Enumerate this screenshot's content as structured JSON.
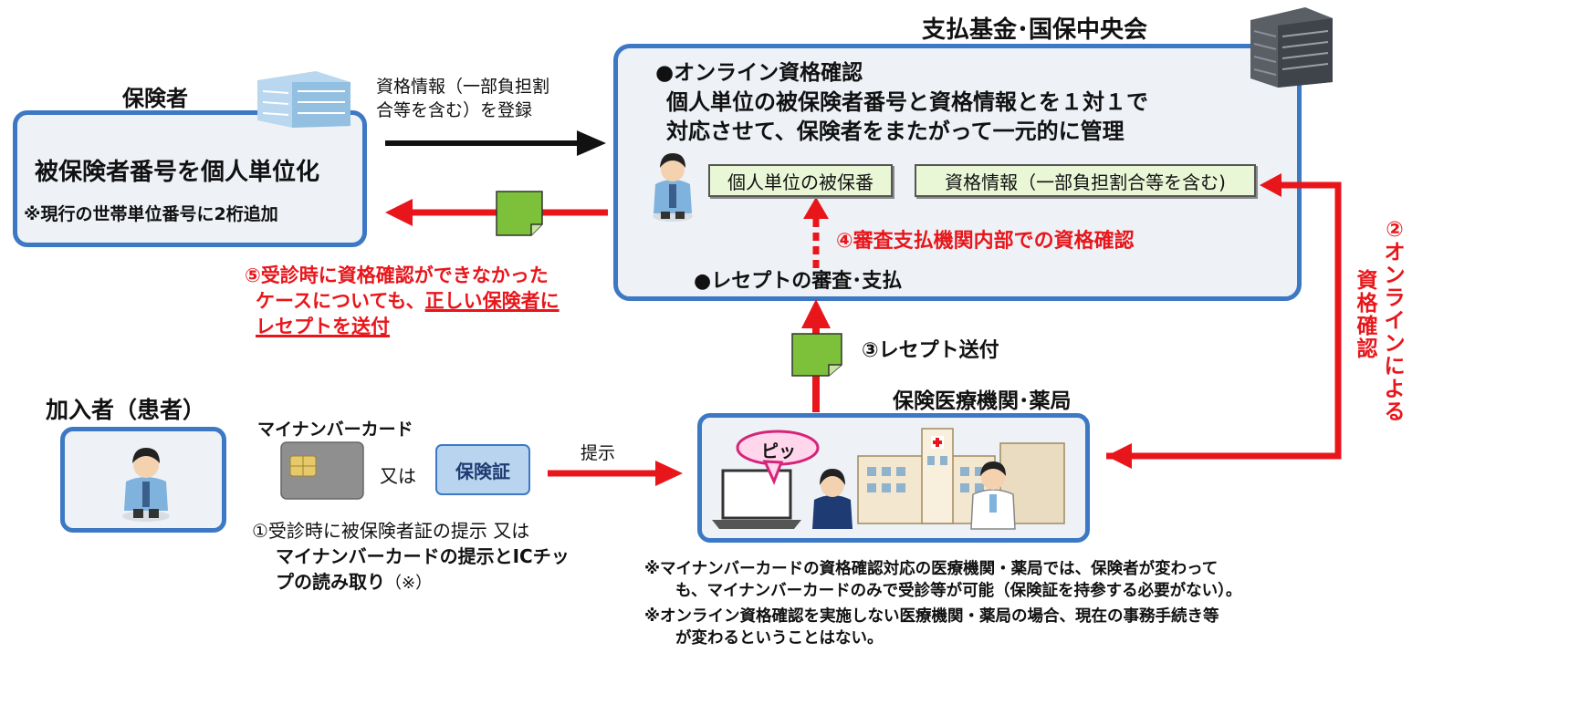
{
  "central": {
    "org_title": "支払基金･国保中央会",
    "online_heading": "●オンライン資格確認",
    "online_desc_1": "個人単位の被保険者番号と資格情報とを１対１で",
    "online_desc_2": "対応させて、保険者をまたがって一元的に管理",
    "tag_id": "個人単位の被保番",
    "tag_info": "資格情報（一部負担割合等を含む)",
    "receipt_review": "●レセプトの審査･支払"
  },
  "insurer": {
    "title": "保険者",
    "main": "被保険者番号を個人単位化",
    "note": "※現行の世帯単位番号に2桁追加"
  },
  "register_label_1": "資格情報（一部負担割",
  "register_label_2": "合等を含む）を登録",
  "step2_label": [
    "②",
    "オ",
    "ン",
    "ラ",
    "イ",
    "ン",
    "に",
    "よ",
    "る"
  ],
  "step2_label_b": [
    "資",
    "格",
    "確",
    "認"
  ],
  "step3_label": "③レセプト送付",
  "step4_label": "④審査支払機関内部での資格確認",
  "step5": {
    "line1": "⑤受診時に資格確認ができなかった",
    "line2a": "ケースについても、",
    "line2b": "正しい保険者に",
    "line3": "レセプトを送付"
  },
  "patient": {
    "title": "加入者（患者）",
    "mynumber_card": "マイナンバーカード",
    "or": "又は",
    "insurance_card": "保険証",
    "present": "提示",
    "step1_line1": "①受診時に被保険者証の提示 又は",
    "step1_line2": "マイナンバーカードの提示とICチッ",
    "step1_line3a": "プの読み取り",
    "step1_line3b": "（※）"
  },
  "clinic": {
    "title": "保険医療機関･薬局",
    "beep": "ピッ"
  },
  "notes": {
    "n1_line1": "※マイナンバーカードの資格確認対応の医療機関・薬局では、保険者が変わって",
    "n1_line2": "も、マイナンバーカードのみで受診等が可能（保険証を持参する必要がない）。",
    "n2_line1": "※オンライン資格確認を実施しない医療機関・薬局の場合、現在の事務手続き等",
    "n2_line2": "が変わるということはない。"
  },
  "colors": {
    "panel_border": "#3d78c4",
    "panel_fill": "#eef2f7",
    "accent_red": "#e8161b",
    "doc_green": "#7dc13a",
    "tag_fill": "#eaf7d6"
  }
}
